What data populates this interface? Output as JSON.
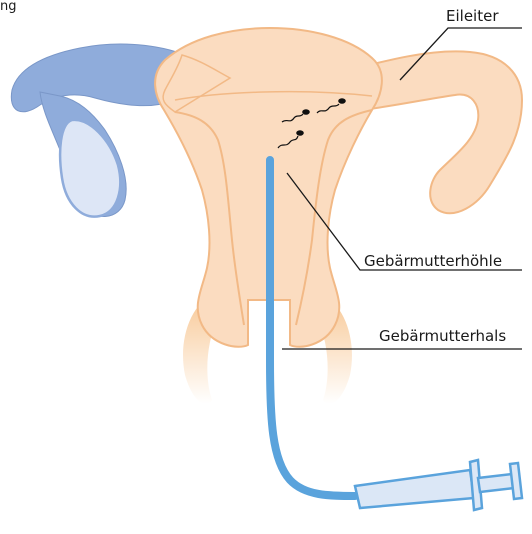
{
  "top_partial_text": "ng",
  "labels": {
    "tube": "Eileiter",
    "cavity": "Gebärmutterhöhle",
    "cervix": "Gebärmutterhals"
  },
  "colors": {
    "tissue_fill": "#fbdcc0",
    "tissue_stroke": "#f2b986",
    "cervix_shadow": "#f7c38c",
    "ovary_blue": "#8facdb",
    "ovary_light": "#dde6f6",
    "catheter": "#5aa3dc",
    "syringe_fill": "#dbe7f6",
    "leader_line": "#1a1a1a",
    "sperm": "#111111"
  }
}
